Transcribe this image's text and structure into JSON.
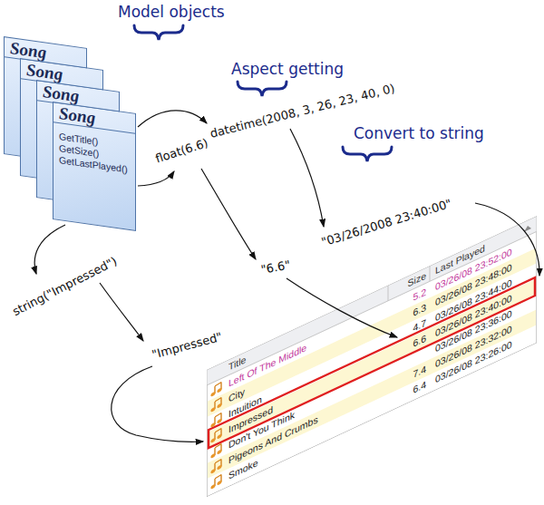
{
  "diagram": {
    "nodes": [
      {
        "text": [
          "Song"
        ]
      },
      {
        "text": [
          "Song"
        ]
      },
      {
        "text": [
          "Song"
        ]
      },
      {
        "text": [
          "Song",
          "GetTitle()",
          "GetSize()",
          "GetLastPlayed()"
        ]
      }
    ],
    "labels": [
      "Model objects",
      "Aspect getting",
      "Convert to string",
      "string(\"Impressed\")",
      "float(6.6)",
      "datetime(2008, 3, 26, 23, 40, 0)",
      "\"Impressed\"",
      "\"6.6\"",
      "\"03/26/2008 23:40:00\"",
      "Title",
      "Size",
      "Last Played",
      "Left Of The Middle",
      "City",
      "Intuition",
      "Impressed",
      "Don't You Think",
      "Pigeons And Crumbs",
      "Smoke",
      "5.2",
      "6.3",
      "4.7",
      "6.6",
      "7.4",
      "6.4",
      "03/26/08 23:52:00",
      "03/26/08 23:48:00",
      "03/26/08 23:44:00",
      "03/26/08 23:40:00",
      "03/26/08 23:36:00",
      "03/26/08 23:32:00",
      "03/26/08 23:26:00"
    ]
  }
}
